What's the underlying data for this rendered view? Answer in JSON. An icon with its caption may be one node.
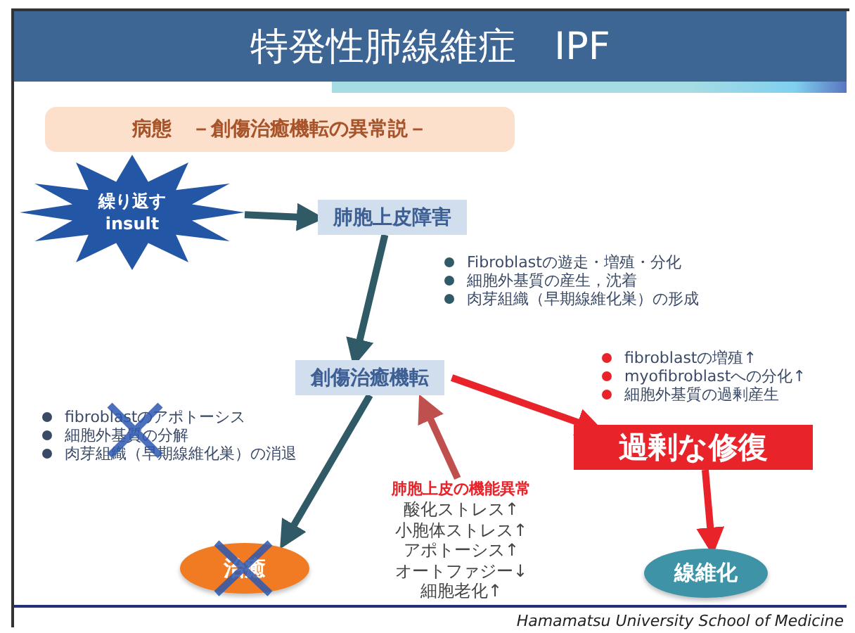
{
  "diagram": {
    "title": "特発性肺線維症　IPF",
    "nodes": [
      {
        "text": [
          "病態　－創傷治癒機転の異常説－"
        ]
      },
      {
        "text": [
          "繰り返す insult"
        ]
      },
      {
        "text": [
          "肺胞上皮障害"
        ]
      },
      {
        "text": [
          "創傷治癒機転"
        ]
      },
      {
        "text": [
          "過剰な修復"
        ]
      },
      {
        "text": [
          "肺胞上皮の機能異常",
          "酸化ストレス↑",
          "小胞体ストレス↑",
          "アポトーシス↑",
          "オートファジー↓",
          "細胞老化↑"
        ]
      },
      {
        "text": [
          "治癒"
        ]
      },
      {
        "text": [
          "線維化"
        ]
      }
    ],
    "edges": [
      {
        "from": 1,
        "to": 2,
        "arrow": "to"
      },
      {
        "from": 2,
        "to": 3,
        "arrow": "to"
      },
      {
        "from": 3,
        "to": 4,
        "arrow": "to",
        "color": "#e8232a"
      },
      {
        "from": 3,
        "to": 6,
        "arrow": "to"
      },
      {
        "from": 5,
        "to": 3,
        "arrow": "to",
        "color": "#c0504d"
      },
      {
        "from": 4,
        "to": 7,
        "arrow": "to",
        "color": "#e8232a"
      }
    ],
    "labels": [
      "Fibroblastの遊走・増殖・分化",
      "細胞外基質の産生，沈着",
      "肉芽組織（早期線維化巣）の形成",
      "fibroblastの増殖↑",
      "myofibroblastへの分化↑",
      "細胞外基質の過剰産生",
      "fibroblastのアポトーシス",
      "細胞外基質の分解",
      "肉芽組織（早期線維化巣）の消退",
      "Hamamatsu University School of Medicine"
    ]
  }
}
